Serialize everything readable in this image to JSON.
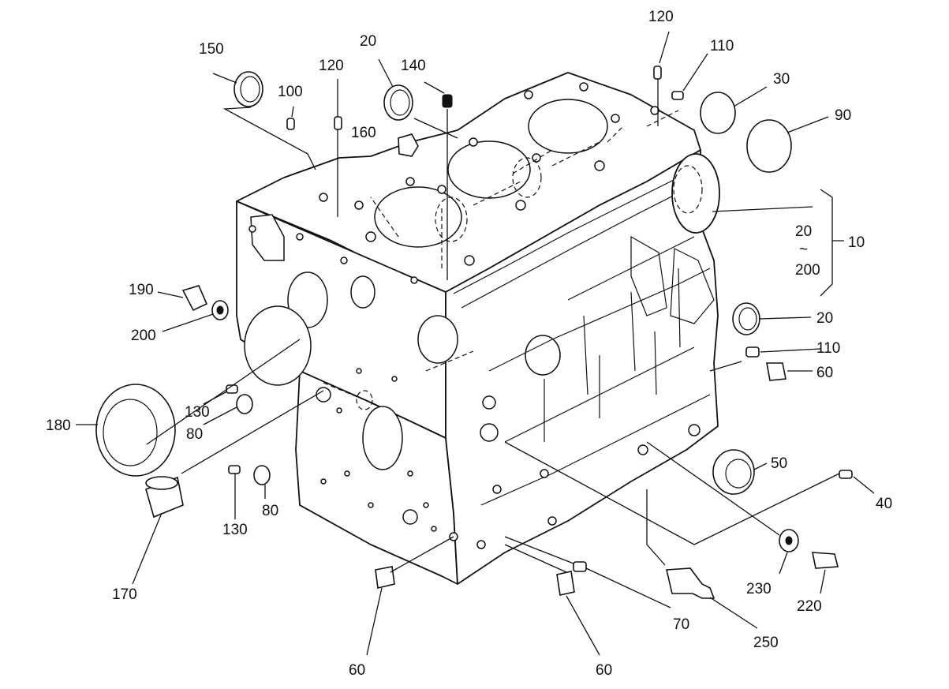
{
  "figure": {
    "labels": {
      "l150": "150",
      "l100": "100",
      "l120a": "120",
      "l20a": "20",
      "l140": "140",
      "l120b": "120",
      "l110a": "110",
      "l30": "30",
      "l90": "90",
      "l160": "160",
      "l20b": "20",
      "tilde": "~",
      "l200b": "200",
      "l10": "10",
      "l190": "190",
      "l200a": "200",
      "l20c": "20",
      "l110b": "110",
      "l60a": "60",
      "l130a": "130",
      "l80a": "80",
      "l180": "180",
      "l50": "50",
      "l40": "40",
      "l130b": "130",
      "l80b": "80",
      "l170": "170",
      "l230": "230",
      "l220": "220",
      "l70": "70",
      "l250": "250",
      "l60b": "60",
      "l60c": "60"
    }
  }
}
